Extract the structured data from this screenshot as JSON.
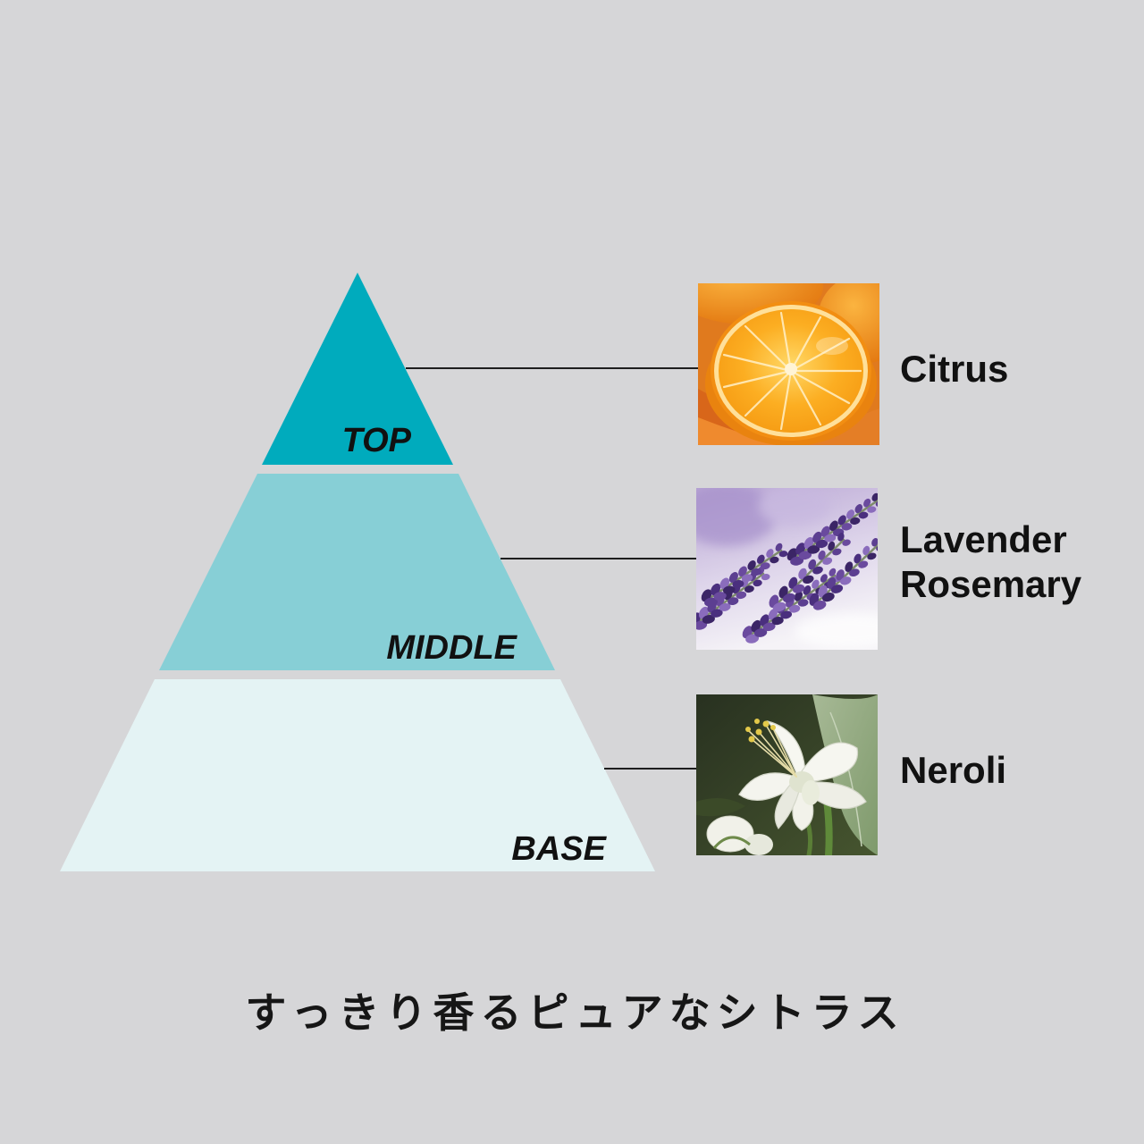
{
  "pyramid": {
    "levels": [
      {
        "label": "TOP",
        "color": "#00abbd"
      },
      {
        "label": "MIDDLE",
        "color": "#87cfd6"
      },
      {
        "label": "BASE",
        "color": "#e4f3f4"
      }
    ]
  },
  "notes": [
    {
      "lines": [
        "Citrus"
      ],
      "photo": "orange-photo"
    },
    {
      "lines": [
        "Lavender",
        "Rosemary"
      ],
      "photo": "lavender-photo"
    },
    {
      "lines": [
        "Neroli"
      ],
      "photo": "neroli-flower-photo"
    }
  ],
  "caption": "すっきり香るピュアなシトラス",
  "colors": {
    "background": "#d6d6d8",
    "connector": "#1e1e1e",
    "text": "#111111"
  }
}
